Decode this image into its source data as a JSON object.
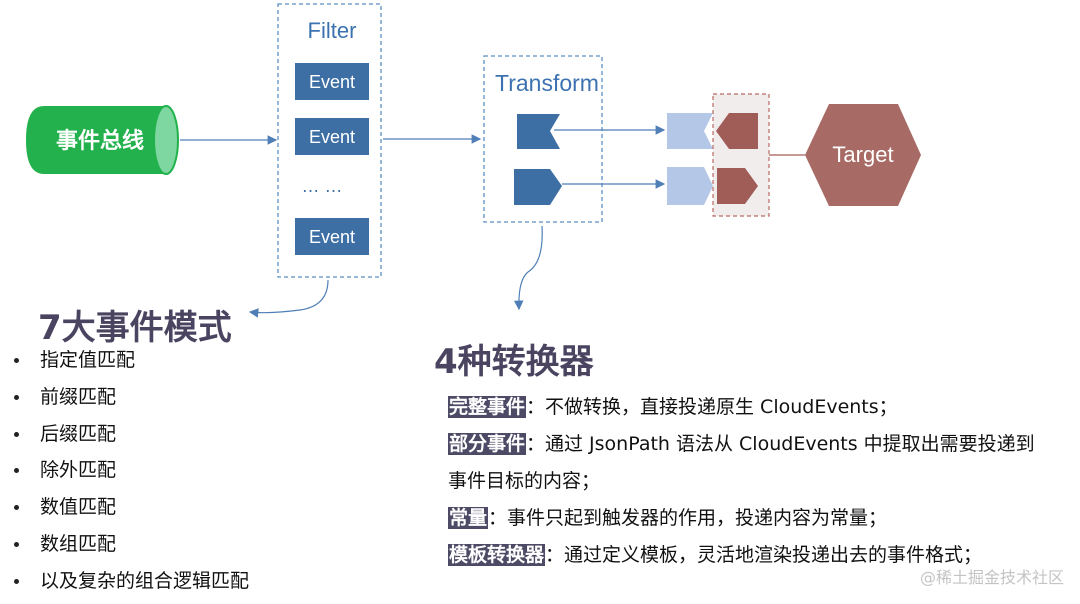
{
  "bus": {
    "label": "事件总线",
    "color": "#22b14c"
  },
  "filter": {
    "title": "Filter",
    "events": [
      "Event",
      "Event",
      "Event"
    ],
    "ellipsis": "… …"
  },
  "transform": {
    "title": "Transform"
  },
  "target": {
    "label": "Target",
    "color": "#a86a64"
  },
  "modes": {
    "heading": "7大事件模式",
    "items": [
      "指定值匹配",
      "前缀匹配",
      "后缀匹配",
      "除外匹配",
      "数值匹配",
      "数组匹配",
      "以及复杂的组合逻辑匹配"
    ]
  },
  "transformers": {
    "heading": "4种转换器",
    "items": [
      {
        "tag": "完整事件",
        "text": "：不做转换，直接投递原生 CloudEvents；"
      },
      {
        "tag": "部分事件",
        "text": "：通过 JsonPath 语法从 CloudEvents 中提取出需要投递到",
        "continuation": "事件目标的内容；"
      },
      {
        "tag": "常量",
        "text": "：事件只起到触发器的作用，投递内容为常量；"
      },
      {
        "tag": "模板转换器",
        "text": "：通过定义模板，灵活地渲染投递出去的事件格式；"
      }
    ]
  },
  "watermark": "@稀土掘金技术社区",
  "colors": {
    "event_box": "#3d6fa5",
    "dashed": "#5b8fc4",
    "light_block": "#b4c7e7",
    "dark_red": "#a05c57"
  }
}
